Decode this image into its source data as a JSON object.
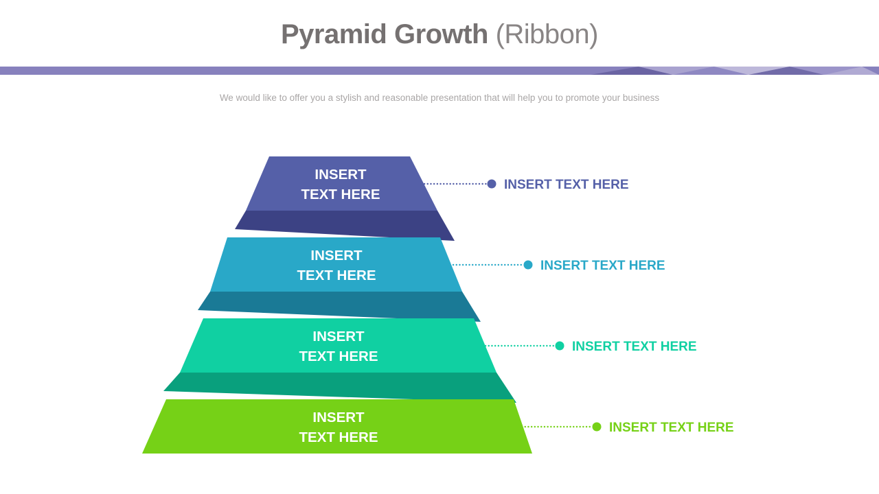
{
  "title": {
    "main": "Pyramid Growth",
    "suffix": "(Ribbon)"
  },
  "subtitle": "We would like to offer you a stylish and reasonable presentation that will help you to promote your business",
  "accent_bar": {
    "color": "#8781BD",
    "facet_colors": [
      "#6A64A3",
      "#A8A2CF",
      "#8E88C2",
      "#BDB8DA",
      "#716BA8",
      "#9B94C9",
      "#B0AAD3",
      "#8781BD"
    ]
  },
  "pyramid": {
    "levels": [
      {
        "line1": "INSERT",
        "line2": "TEXT HERE",
        "label": "INSERT TEXT HERE",
        "color": "#5560A8",
        "fold_color": "#3C4284",
        "text_color": "#FFFFFF"
      },
      {
        "line1": "INSERT",
        "line2": "TEXT HERE",
        "label": "INSERT TEXT HERE",
        "color": "#29A8C8",
        "fold_color": "#1A7A96",
        "text_color": "#FFFFFF"
      },
      {
        "line1": "INSERT",
        "line2": "TEXT HERE",
        "label": "INSERT TEXT HERE",
        "color": "#10D0A2",
        "fold_color": "#09A07D",
        "text_color": "#FFFFFF"
      },
      {
        "line1": "INSERT",
        "line2": "TEXT HERE",
        "label": "INSERT TEXT HERE",
        "color": "#76D117",
        "fold_color": "#5FA812",
        "text_color": "#FFFFFF"
      }
    ]
  }
}
